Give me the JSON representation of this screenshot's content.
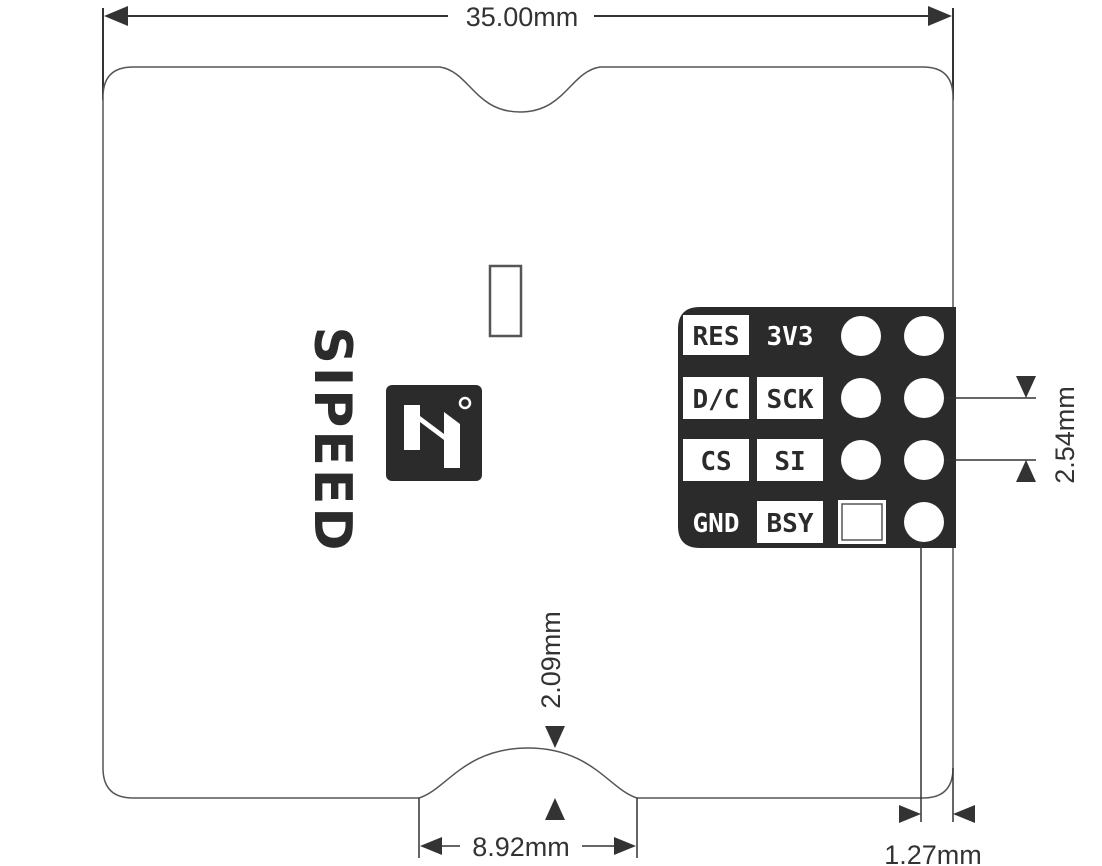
{
  "dimensions": {
    "width": "35.00mm",
    "pin_pitch": "2.54mm",
    "notch_depth": "2.09mm",
    "notch_width": "8.92mm",
    "edge_offset": "1.27mm"
  },
  "logo": {
    "brand": "SIPEED"
  },
  "header": {
    "rows": [
      {
        "left": "RES",
        "right": "3V3"
      },
      {
        "left": "D/C",
        "right": "SCK"
      },
      {
        "left": "CS",
        "right": "SI"
      },
      {
        "left": "GND",
        "right": "BSY"
      }
    ]
  },
  "colors": {
    "board_outline": "#555555",
    "header_fill": "#2b2b2b",
    "label_fill": "#ffffff",
    "pad_fill": "#ffffff",
    "line": "#333333"
  }
}
